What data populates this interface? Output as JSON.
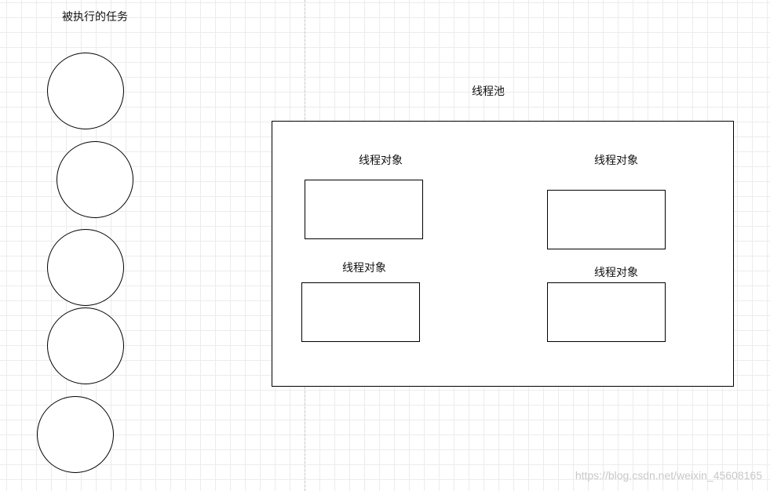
{
  "tasks": {
    "title": "被执行的任务",
    "count": 5
  },
  "pool": {
    "title": "线程池",
    "objects": [
      {
        "label": "线程对象"
      },
      {
        "label": "线程对象"
      },
      {
        "label": "线程对象"
      },
      {
        "label": "线程对象"
      }
    ]
  },
  "watermark": "https://blog.csdn.net/weixin_45608165",
  "colors": {
    "stroke": "#000000",
    "grid": "#ececec",
    "watermark": "#c8c8c8"
  }
}
